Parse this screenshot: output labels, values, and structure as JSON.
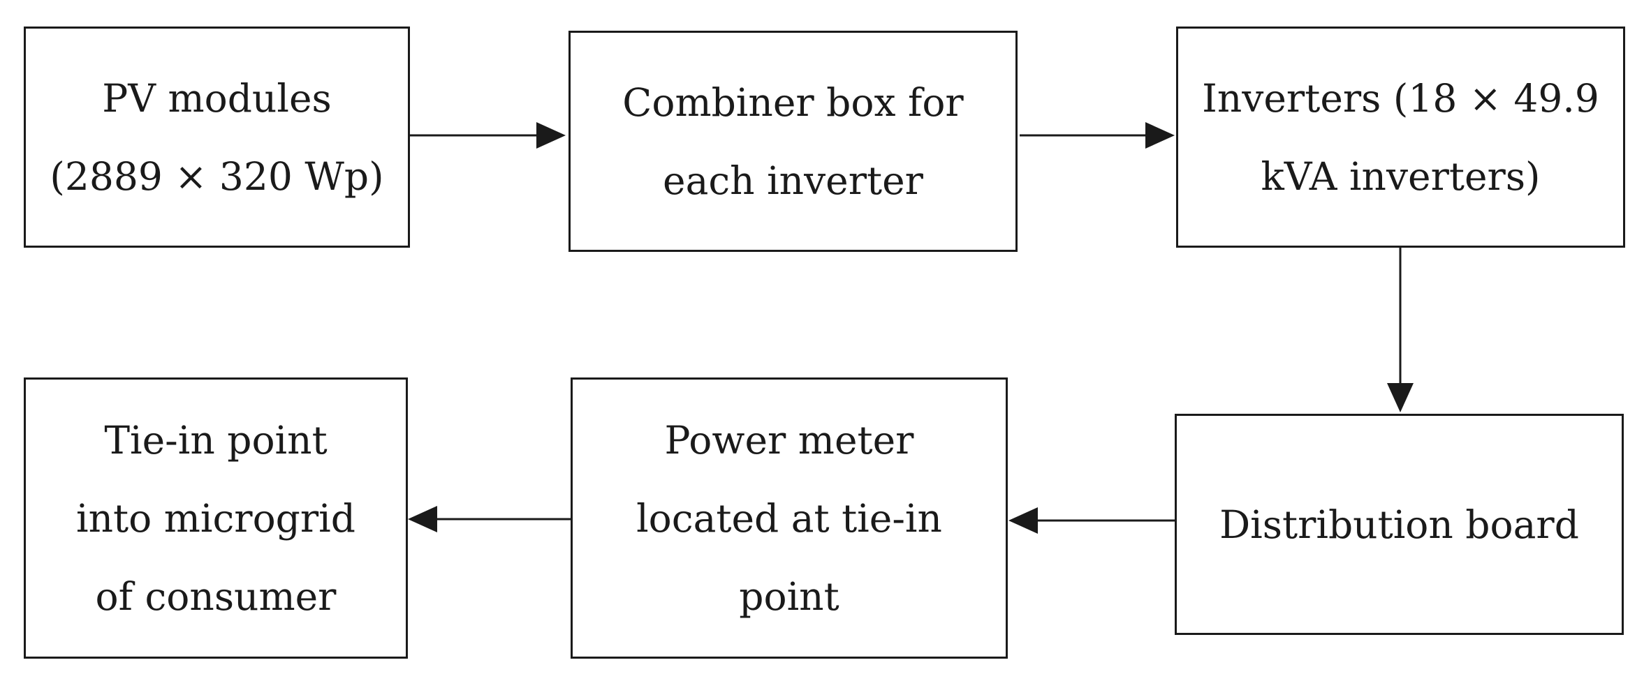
{
  "diagram": {
    "nodes": [
      {
        "id": "pv-modules",
        "lines": [
          "PV modules",
          "(2889 × 320 Wp)"
        ]
      },
      {
        "id": "combiner-box",
        "lines": [
          "Combiner box for",
          "each inverter"
        ]
      },
      {
        "id": "inverters",
        "lines": [
          "Inverters (18 × 49.9",
          "kVA inverters)"
        ]
      },
      {
        "id": "distribution-board",
        "lines": [
          "Distribution board"
        ]
      },
      {
        "id": "power-meter",
        "lines": [
          "Power meter",
          "located at tie-in",
          "point"
        ]
      },
      {
        "id": "tie-in-point",
        "lines": [
          "Tie-in point",
          "into microgrid",
          "of consumer"
        ]
      }
    ],
    "edges": [
      {
        "from": "pv-modules",
        "to": "combiner-box"
      },
      {
        "from": "combiner-box",
        "to": "inverters"
      },
      {
        "from": "inverters",
        "to": "distribution-board"
      },
      {
        "from": "distribution-board",
        "to": "power-meter"
      },
      {
        "from": "power-meter",
        "to": "tie-in-point"
      }
    ]
  }
}
